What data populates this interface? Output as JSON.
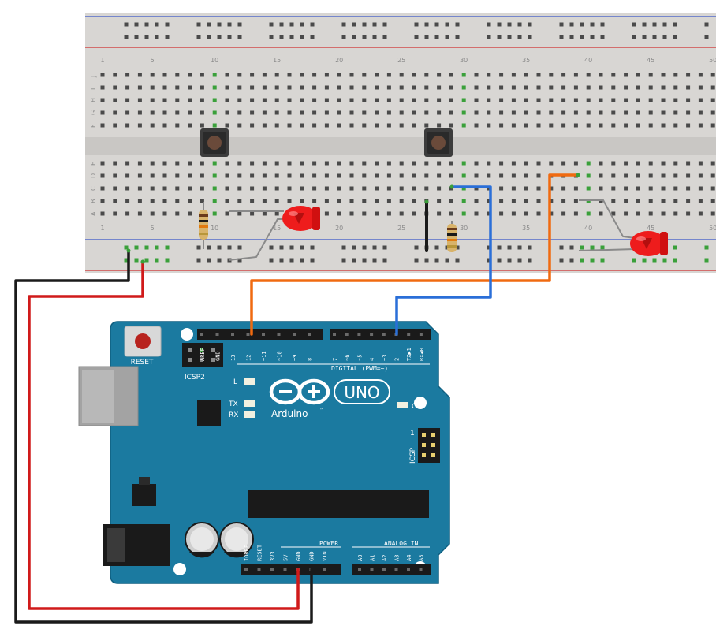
{
  "breadboard": {
    "column_numbers": [
      "1",
      "5",
      "10",
      "15",
      "20",
      "25",
      "30",
      "35",
      "40",
      "45",
      "50"
    ],
    "row_letters_top": [
      "J",
      "I",
      "H",
      "G",
      "F"
    ],
    "row_letters_bottom": [
      "E",
      "D",
      "C",
      "B",
      "A"
    ]
  },
  "arduino": {
    "reset_label": "RESET",
    "icsp2_label": "ICSP2",
    "icsp_label": "ICSP",
    "icsp_pin1": "1",
    "digital_header_labels": [
      "AREF",
      "GND",
      "13",
      "12",
      "~11",
      "~10",
      "~9",
      "8",
      "7",
      "~6",
      "~5",
      "4",
      "~3",
      "2",
      "TX▶1",
      "RX◀0"
    ],
    "digital_caption": "DIGITAL (PWM=~)",
    "led_l": "L",
    "led_tx": "TX",
    "led_rx": "RX",
    "led_on": "ON",
    "brand": "Arduino",
    "trademark": "™",
    "model": "UNO",
    "power_caption": "POWER",
    "analog_caption": "ANALOG IN",
    "power_labels": [
      "IOREF",
      "RESET",
      "3V3",
      "5V",
      "GND",
      "GND",
      "VIN"
    ],
    "analog_labels": [
      "A0",
      "A1",
      "A2",
      "A3",
      "A4",
      "A5"
    ]
  },
  "colors": {
    "board": "#1b7aa0",
    "breadboard": "#d8d6d3",
    "wire_black": "#1a1a1a",
    "wire_red": "#d01a1a",
    "wire_orange": "#f06a10",
    "wire_blue": "#2a6fd8",
    "led_red": "#ee1c1c",
    "rail_red": "#d03030",
    "rail_blue": "#3a56c8"
  }
}
